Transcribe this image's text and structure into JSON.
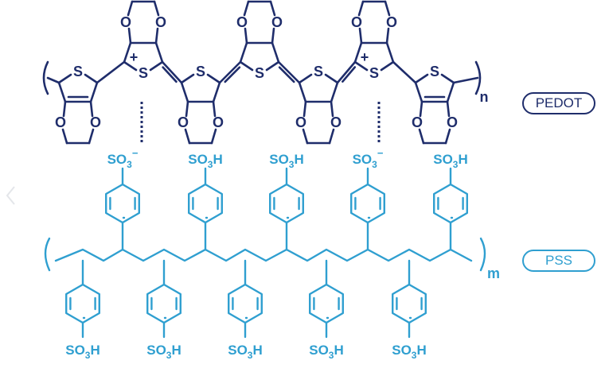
{
  "labels": {
    "pedot": "PEDOT",
    "pss": "PSS",
    "n_subscript": "n",
    "m_subscript": "m"
  },
  "atoms": {
    "sulfur": "S",
    "oxygen": "O",
    "plus": "+",
    "so3_minus": "SO3−",
    "so3h": "SO3H"
  },
  "colors": {
    "pedot": "#1f2d6b",
    "pss": "#2f9fd0",
    "tag_border": "#1f2d6b"
  },
  "icons": {
    "left_edge": "chevron-left-icon"
  }
}
